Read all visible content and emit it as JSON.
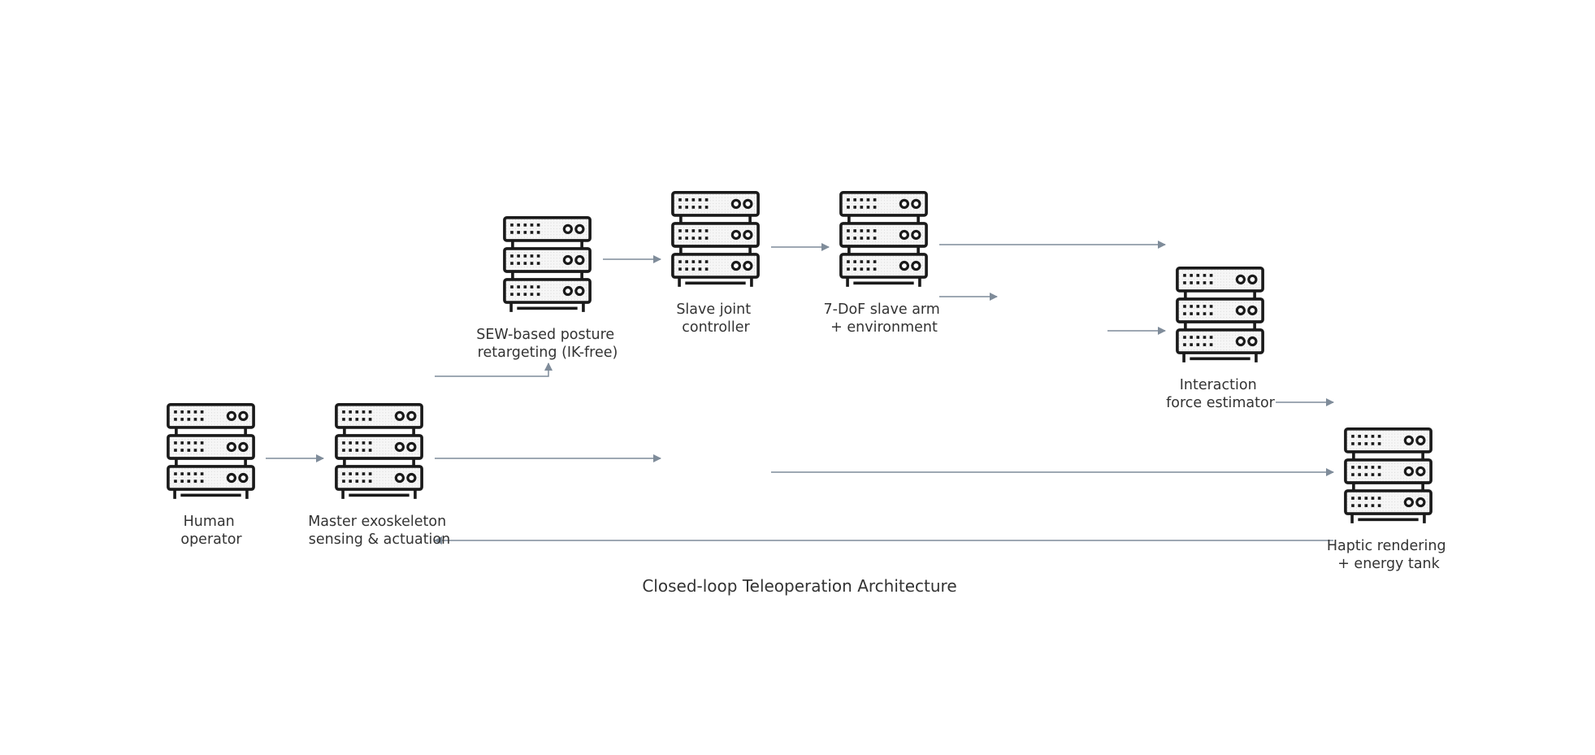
{
  "diagram": {
    "title": "Closed-loop Teleoperation Architecture",
    "colors": {
      "edge": "#7f8c9a",
      "icon_stroke": "#1a1a1a",
      "icon_fill": "#f4f4f4",
      "label": "#333333",
      "background": "#ffffff"
    },
    "node_icon": "server-rack-icon",
    "nodes": [
      {
        "id": "human",
        "label_lines": [
          "Human",
          "operator"
        ]
      },
      {
        "id": "master",
        "label_lines": [
          "Master exoskeleton",
          "sensing & actuation"
        ]
      },
      {
        "id": "sew",
        "label_lines": [
          "SEW-based posture",
          "retargeting (IK-free)"
        ]
      },
      {
        "id": "slavejoint",
        "label_lines": [
          "Slave joint",
          "controller"
        ]
      },
      {
        "id": "slavearm",
        "label_lines": [
          "7-DoF slave arm",
          "+ environment"
        ]
      },
      {
        "id": "force",
        "label_lines": [
          "Interaction",
          "force estimator"
        ]
      },
      {
        "id": "haptic",
        "label_lines": [
          "Haptic rendering",
          "+ energy tank"
        ]
      }
    ]
  }
}
